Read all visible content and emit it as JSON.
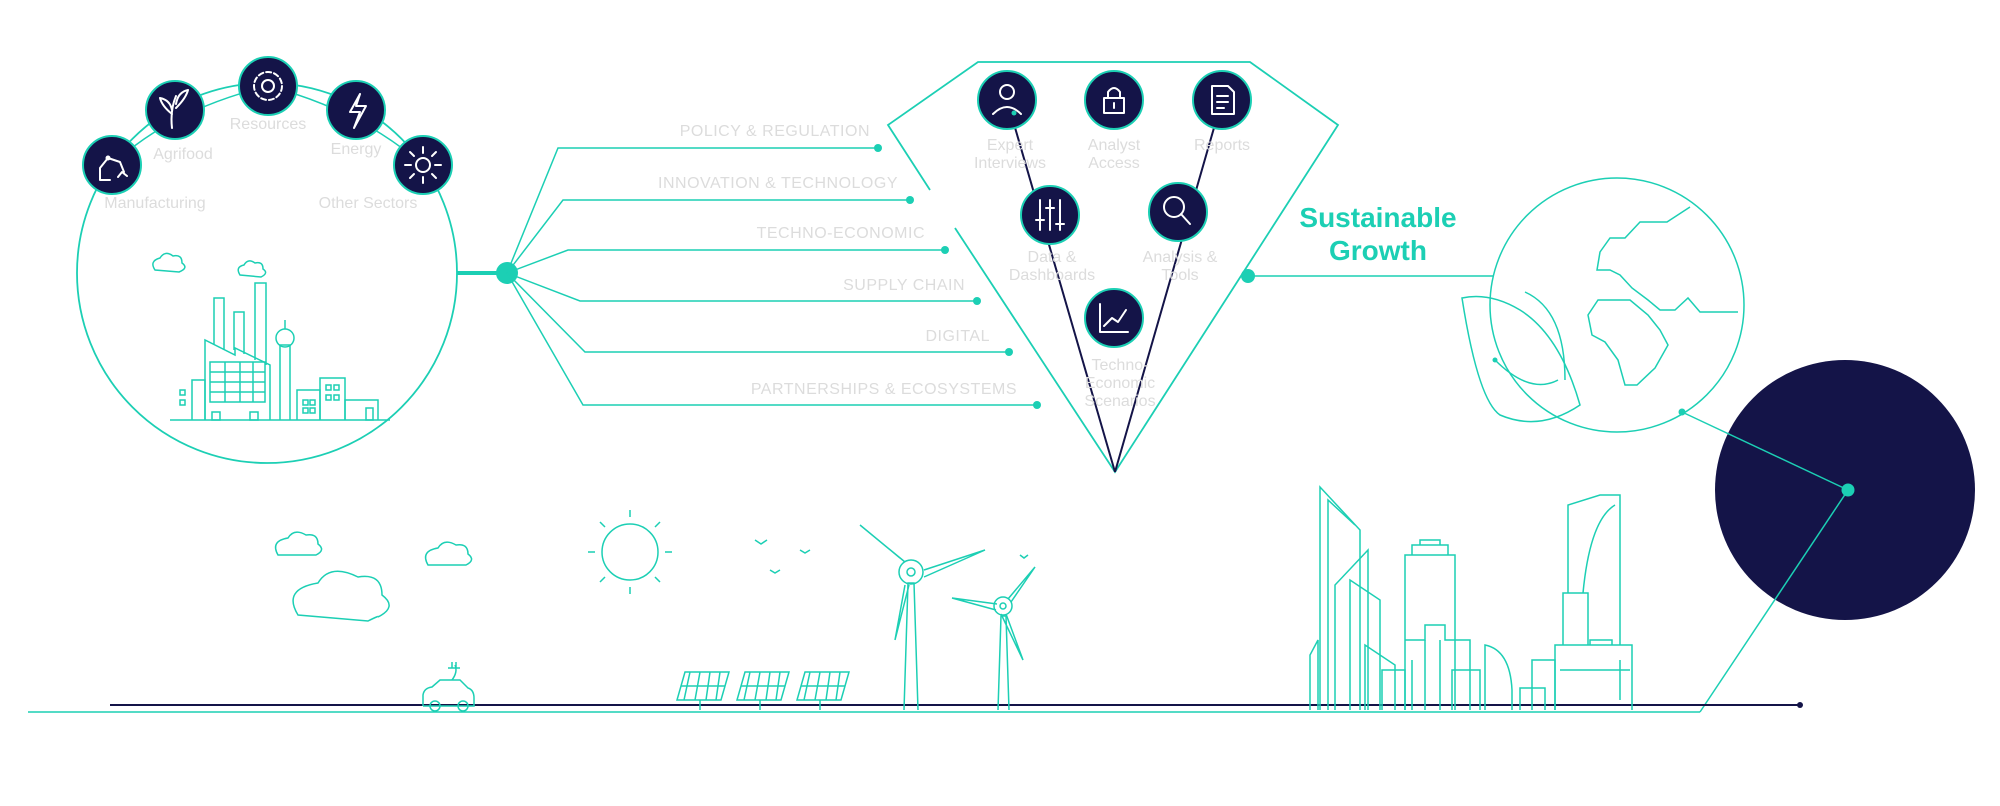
{
  "sectors": [
    {
      "label": "Manufacturing",
      "icon": "robot-arm-icon"
    },
    {
      "label": "Agrifood",
      "icon": "sprout-icon"
    },
    {
      "label": "Resources",
      "icon": "gear-icon"
    },
    {
      "label": "Energy",
      "icon": "lightning-icon"
    },
    {
      "label": "Other Sectors",
      "icon": "sun-icon"
    }
  ],
  "streams": [
    "POLICY & REGULATION",
    "INNOVATION & TECHNOLOGY",
    "TECHNO-ECONOMIC",
    "SUPPLY CHAIN",
    "DIGITAL",
    "PARTNERSHIPS & ECOSYSTEMS"
  ],
  "tools": [
    {
      "label_lines": [
        "Expert",
        "Interviews"
      ],
      "icon": "person-icon"
    },
    {
      "label_lines": [
        "Analyst",
        "Access"
      ],
      "icon": "lock-icon"
    },
    {
      "label_lines": [
        "Reports"
      ],
      "icon": "document-icon"
    },
    {
      "label_lines": [
        "Data &",
        "Dashboards"
      ],
      "icon": "sliders-icon"
    },
    {
      "label_lines": [
        "Analysis &",
        "Tools"
      ],
      "icon": "magnifier-icon"
    },
    {
      "label_lines": [
        "Techno-",
        "Economic",
        "Scenarios"
      ],
      "icon": "line-chart-icon"
    }
  ],
  "headline": {
    "line1": "Sustainable",
    "line2": "Growth"
  },
  "colors": {
    "accent": "#1ccfb4",
    "navy": "#141448",
    "faint_text": "#dcdcdc"
  }
}
